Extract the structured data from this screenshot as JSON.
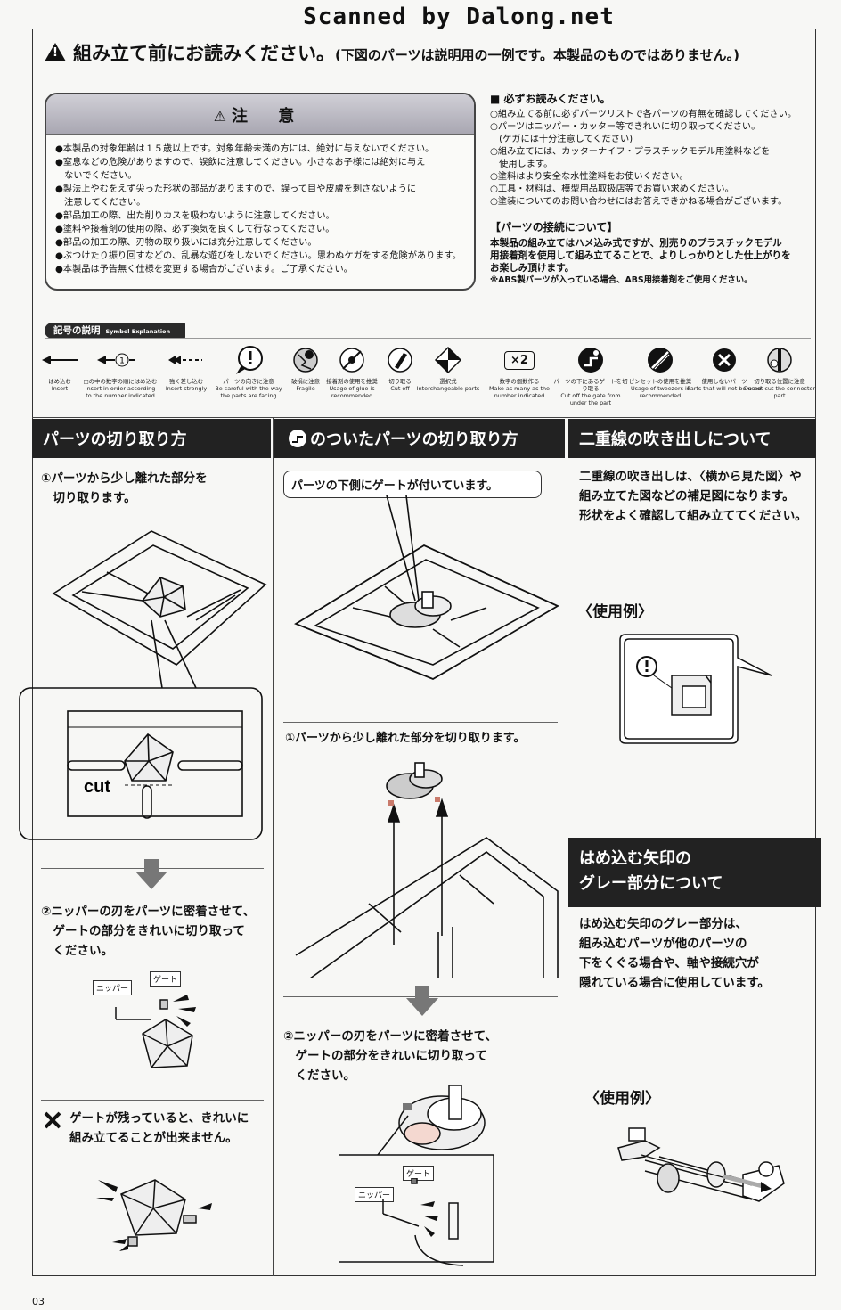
{
  "scanner_credit": "Scanned by Dalong.net",
  "header": {
    "title": "組み立て前にお読みください。",
    "note": "(下図のパーツは説明用の一例です。本製品のものではありません。)"
  },
  "caution": {
    "title": "注 意",
    "items": [
      "●本製品の対象年齢は１５歳以上です。対象年齢未満の方には、絶対に与えないでください。",
      "●窒息などの危険がありますので、誤飲に注意してください。小さなお子様には絶対に与え",
      "　ないでください。",
      "●製法上やむをえず尖った形状の部品がありますので、誤って目や皮膚を刺さないように",
      "　注意してください。",
      "●部品加工の際、出た削りカスを吸わないように注意してください。",
      "●塗料や接着剤の使用の際、必ず換気を良くして行なってください。",
      "●部品の加工の際、刃物の取り扱いには充分注意してください。",
      "●ぶつけたり振り回すなどの、乱暴な遊びをしないでください。思わぬケガをする危険があります。",
      "●本製品は予告無く仕様を変更する場合がございます。ご了承ください。"
    ]
  },
  "read_first": {
    "heading": "■ 必ずお読みください。",
    "items": [
      "○組み立てる前に必ずパーツリストで各パーツの有無を確認してください。",
      "○パーツはニッパー・カッター等できれいに切り取ってください。",
      "　(ケガには十分注意してください)",
      "○組み立てには、カッターナイフ・プラスチックモデル用塗料などを",
      "　使用します。",
      "○塗料はより安全な水性塗料をお使いください。",
      "○工具・材料は、模型用品取扱店等でお買い求めください。",
      "○塗装についてのお問い合わせにはお答えできかねる場合がございます。"
    ],
    "connection_heading": "【パーツの接続について】",
    "connection_lines": [
      "本製品の組み立てはハメ込み式ですが、別売りのプラスチックモデル",
      "用接着剤を使用して組み立てることで、よりしっかりとした仕上がりを",
      "お楽しみ頂けます。",
      "※ABS製パーツが入っている場合、ABS用接着剤をご使用ください。"
    ]
  },
  "symbols": {
    "label": "記号の説明",
    "label_en": "Symbol Explanation",
    "items": [
      {
        "jp": "はめ込む",
        "en": "Insert"
      },
      {
        "jp": "□の中の数字の順にはめ込む",
        "en": "Insert in order according to the number indicated"
      },
      {
        "jp": "強く差し込む",
        "en": "Insert strongly"
      },
      {
        "jp": "パーツの向きに注意",
        "en": "Be careful with the way the parts are facing"
      },
      {
        "jp": "破損に注意",
        "en": "Fragile"
      },
      {
        "jp": "接着剤の使用を推奨",
        "en": "Usage of glue is recommended"
      },
      {
        "jp": "切り取る",
        "en": "Cut off"
      },
      {
        "jp": "選択式",
        "en": "Interchangeable parts"
      },
      {
        "jp": "数字の個数作る",
        "en": "Make as many as the number indicated"
      },
      {
        "jp": "パーツの下にあるゲートを切り取る",
        "en": "Cut off the gate from under the part"
      },
      {
        "jp": "ピンセットの使用を推奨",
        "en": "Usage of tweezers is recommended"
      },
      {
        "jp": "使用しないパーツ",
        "en": "Parts that will not be used"
      },
      {
        "jp": "切り取る位置に注意",
        "en": "Do not cut the connector part"
      }
    ],
    "x2": "×2",
    "one": "1"
  },
  "col1": {
    "title": "パーツの切り取り方",
    "step1": [
      "①パーツから少し離れた部分を",
      "　切り取ります。"
    ],
    "cut": "cut",
    "step2": [
      "②ニッパーの刃をパーツに密着させて、",
      "　ゲートの部分をきれいに切り取って",
      "　ください。"
    ],
    "nipper": "ニッパー",
    "gate": "ゲート",
    "bad": [
      "ゲートが残っていると、きれいに",
      "組み立てることが出来ません。"
    ]
  },
  "col2": {
    "title": "のついたパーツの切り取り方",
    "callout": "パーツの下側にゲートが付いています。",
    "step1": "①パーツから少し離れた部分を切り取ります。",
    "step2": [
      "②ニッパーの刃をパーツに密着させて、",
      "　ゲートの部分をきれいに切り取って",
      "　ください。"
    ],
    "nipper": "ニッパー",
    "gate": "ゲート"
  },
  "col3": {
    "title": "二重線の吹き出しについて",
    "body": [
      "二重線の吹き出しは、〈横から見た図〉や",
      "組み立てた図などの補足図になります。",
      "形状をよく確認して組み立ててください。"
    ],
    "example": "〈使用例〉",
    "title2": [
      "はめ込む矢印の",
      "グレー部分について"
    ],
    "body2": [
      "はめ込む矢印のグレー部分は、",
      "組み込むパーツが他のパーツの",
      "下をくぐる場合や、軸や接続穴が",
      "隠れている場合に使用しています。"
    ],
    "example2": "〈使用例〉"
  },
  "page_number": "03"
}
